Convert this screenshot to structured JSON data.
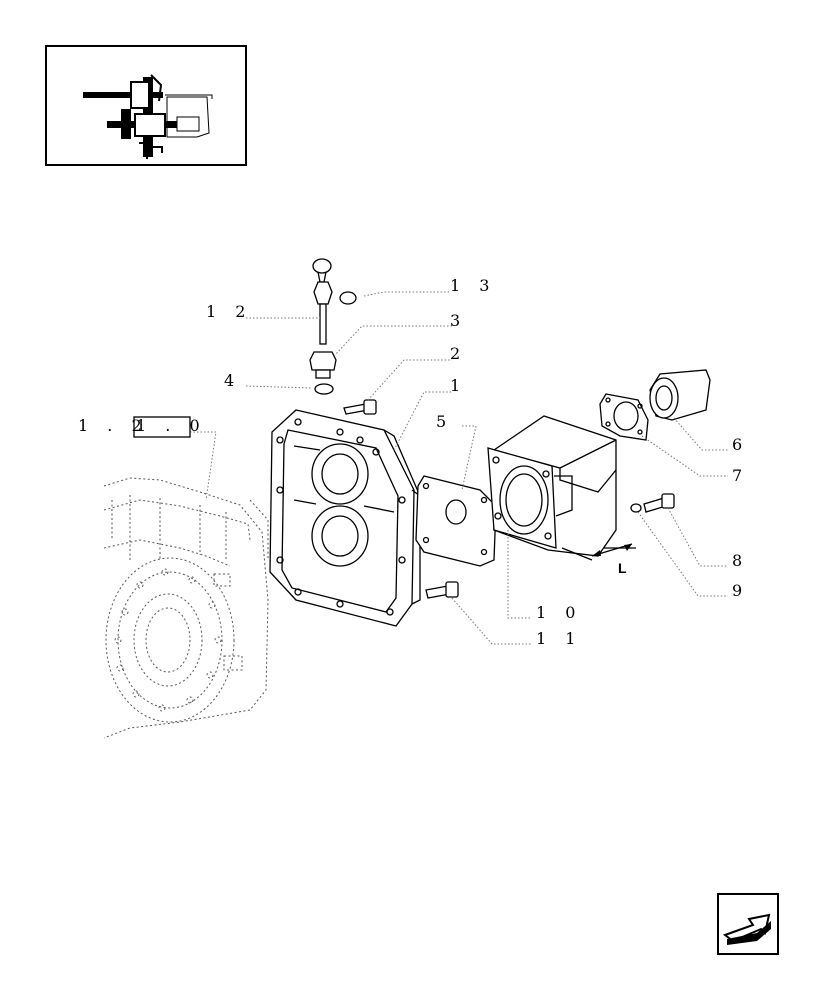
{
  "thumbnail": {
    "icon": "gearbox-locator-thumbnail"
  },
  "reference": {
    "prefix": "1 . 2",
    "boxed": "1 . 0"
  },
  "dimension_label": "L",
  "callouts": [
    {
      "id": "1",
      "text": "1"
    },
    {
      "id": "2",
      "text": "2"
    },
    {
      "id": "3",
      "text": "3"
    },
    {
      "id": "4",
      "text": "4"
    },
    {
      "id": "5",
      "text": "5"
    },
    {
      "id": "6",
      "text": "6"
    },
    {
      "id": "7",
      "text": "7"
    },
    {
      "id": "8",
      "text": "8"
    },
    {
      "id": "9",
      "text": "9"
    },
    {
      "id": "10",
      "text": "1 0"
    },
    {
      "id": "11",
      "text": "1 1"
    },
    {
      "id": "12",
      "text": "1 2"
    },
    {
      "id": "13",
      "text": "1 3"
    }
  ],
  "navigation": {
    "icon": "back-arrow-icon"
  }
}
